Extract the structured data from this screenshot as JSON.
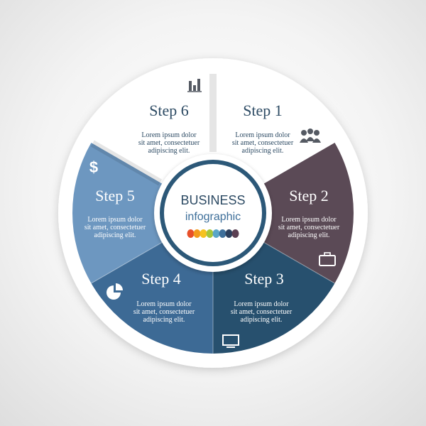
{
  "center": {
    "title": "BUSINESS",
    "subtitle": "infographic",
    "dots": [
      "#e8502a",
      "#f39a1c",
      "#f6c21f",
      "#a6c63a",
      "#5aa6c8",
      "#3e6f9a",
      "#2d3f5c",
      "#5b3f52"
    ]
  },
  "steps": [
    {
      "label": "Step 1",
      "text": [
        "Lorem ipsum dolor",
        "sit amet, consectetuer",
        "adipiscing elit."
      ],
      "icon": "people-icon",
      "color": "#ffffff",
      "text_color": "#2c4a63"
    },
    {
      "label": "Step 2",
      "text": [
        "Lorem ipsum dolor",
        "sit amet, consectetuer",
        "adipiscing elit."
      ],
      "icon": "briefcase-icon",
      "color": "#5b4a56",
      "text_color": "#ffffff"
    },
    {
      "label": "Step 3",
      "text": [
        "Lorem ipsum dolor",
        "sit amet, consectetuer",
        "adipiscing elit."
      ],
      "icon": "monitor-icon",
      "color": "#27506e",
      "text_color": "#ffffff"
    },
    {
      "label": "Step 4",
      "text": [
        "Lorem ipsum dolor",
        "sit amet, consectetuer",
        "adipiscing elit."
      ],
      "icon": "pie-chart-icon",
      "color": "#3d6a95",
      "text_color": "#ffffff"
    },
    {
      "label": "Step 5",
      "text": [
        "Lorem ipsum dolor",
        "sit amet, consectetuer",
        "adipiscing elit."
      ],
      "icon": "dollar-icon",
      "color": "#6d97c0",
      "text_color": "#ffffff"
    },
    {
      "label": "Step 6",
      "text": [
        "Lorem ipsum dolor",
        "sit amet, consectetuer",
        "adipiscing elit."
      ],
      "icon": "bar-chart-icon",
      "color": "#ffffff",
      "text_color": "#2c4a63"
    }
  ]
}
